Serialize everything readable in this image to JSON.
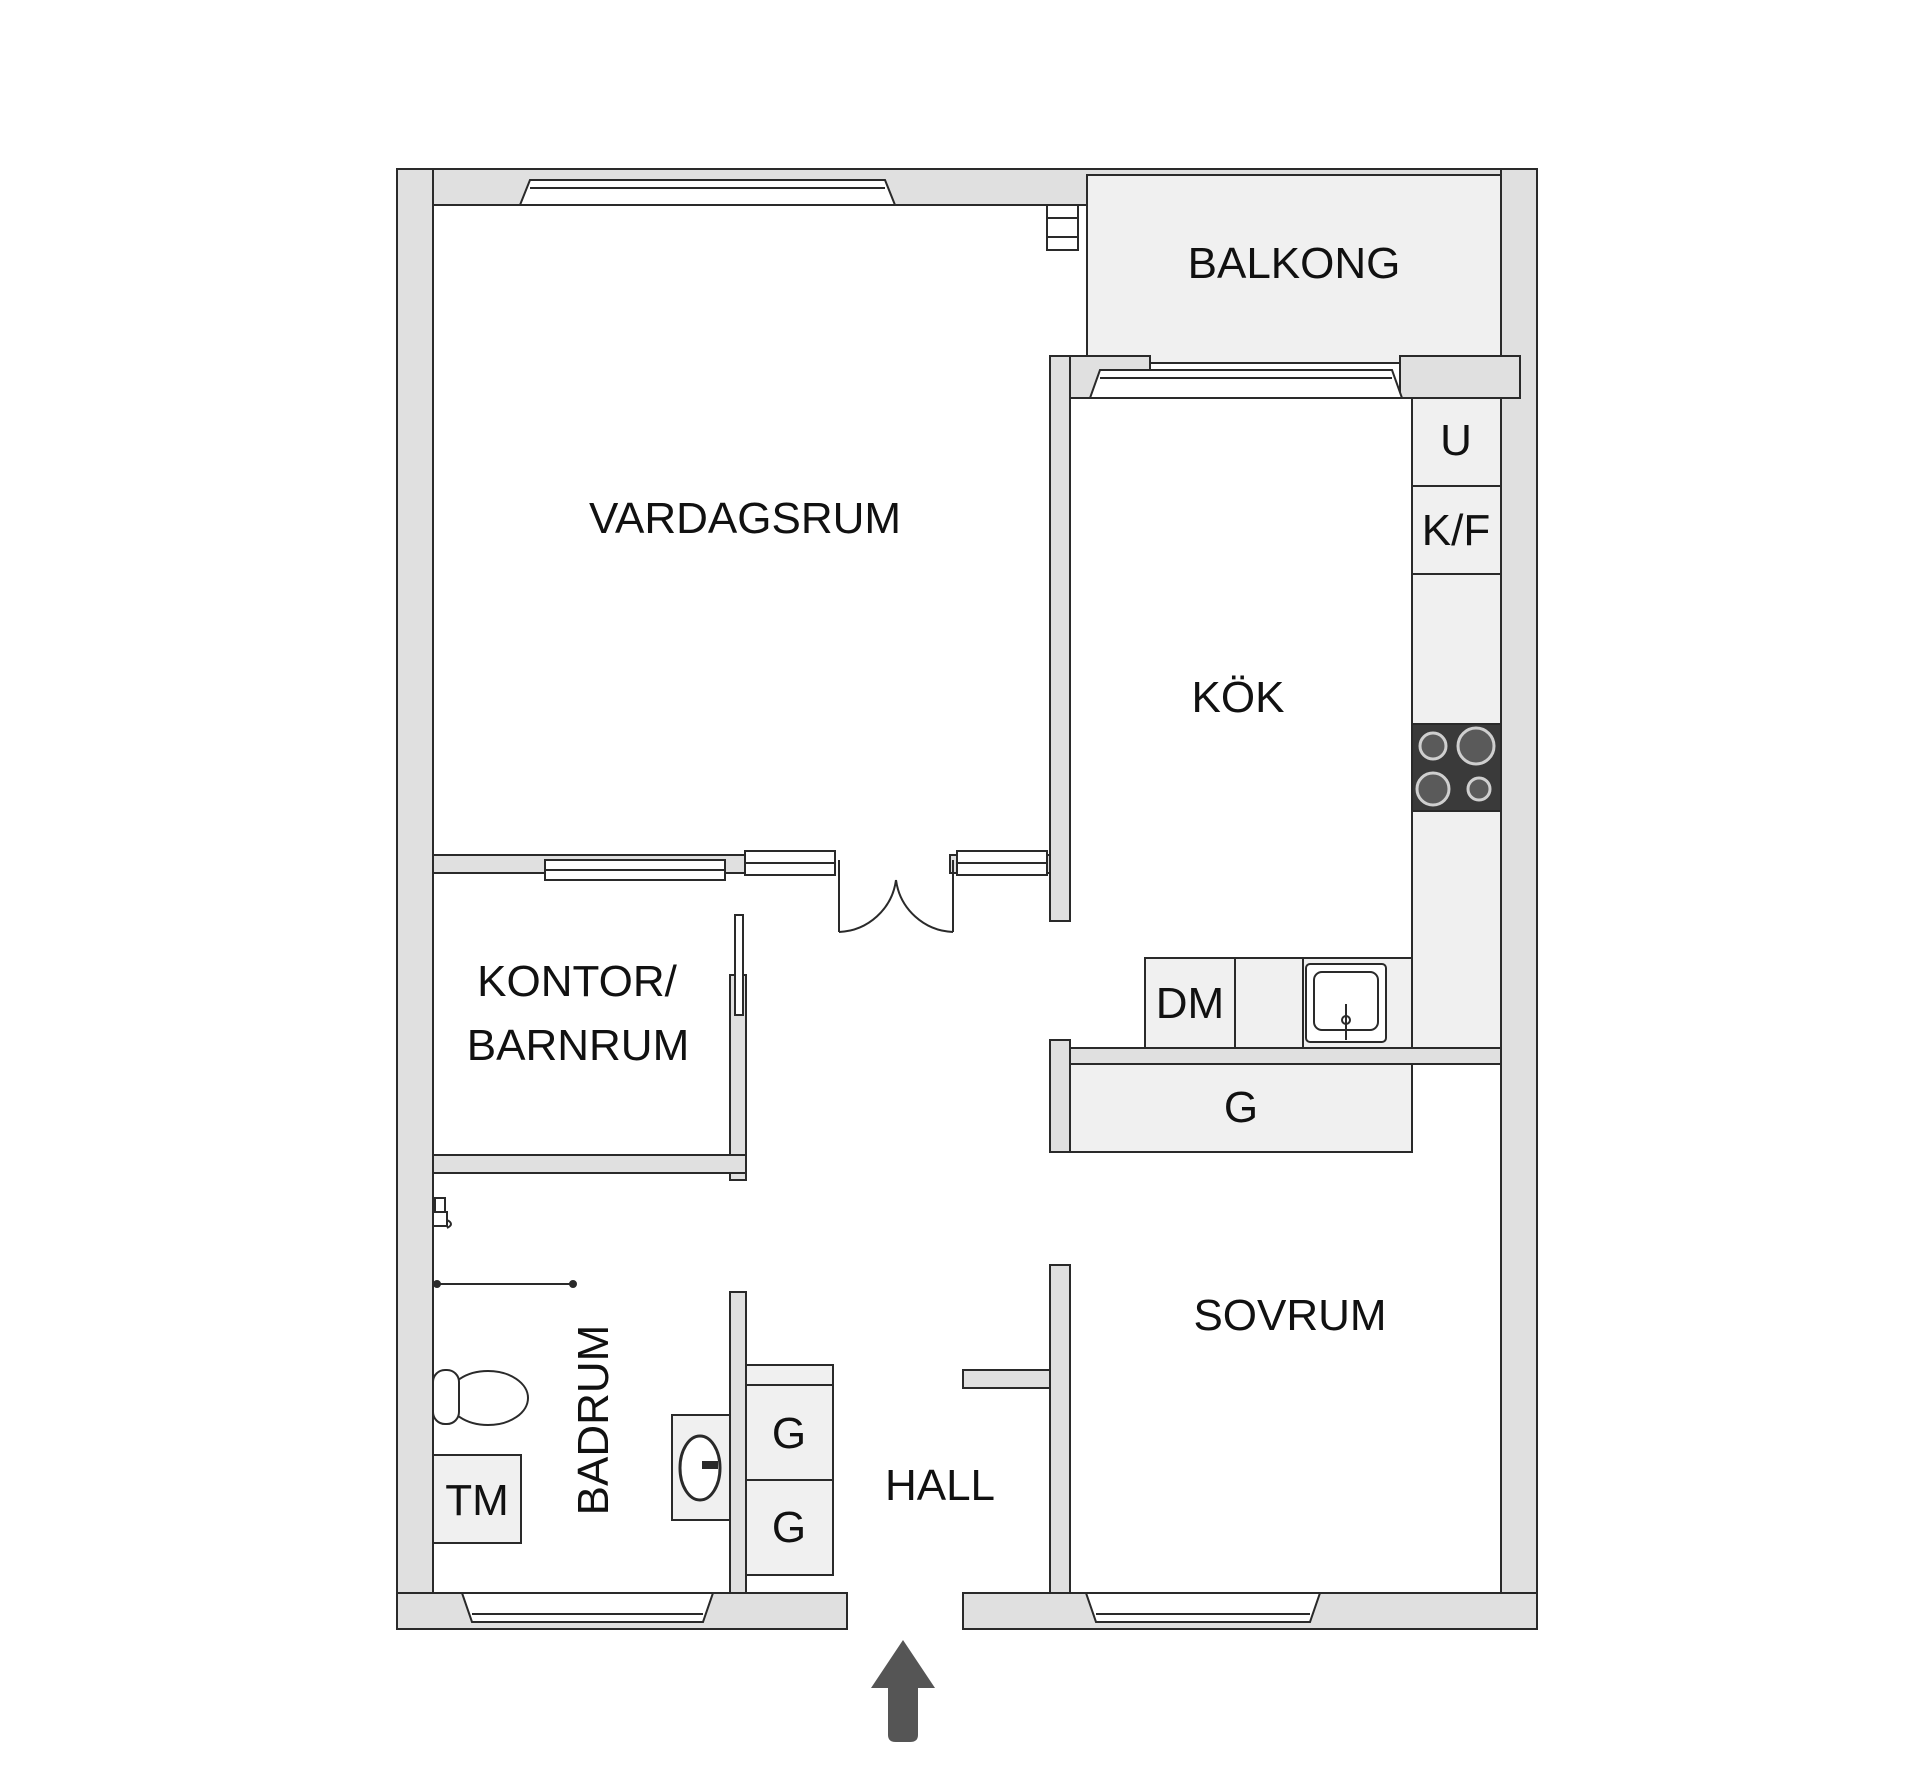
{
  "rooms": {
    "balkong": "BALKONG",
    "vardagsrum": "VARDAGSRUM",
    "kok": "KÖK",
    "kontor_line1": "KONTOR/",
    "kontor_line2": "BARNRUM",
    "sovrum": "SOVRUM",
    "hall": "HALL",
    "badrum": "BADRUM"
  },
  "fixtures": {
    "u": "U",
    "kf": "K/F",
    "dm": "DM",
    "g_kitchen": "G",
    "g_hall_1": "G",
    "g_hall_2": "G",
    "tm": "TM"
  },
  "icons": {
    "entrance": "up-arrow-icon",
    "stove": "stove-icon",
    "sink": "sink-icon",
    "toilet": "toilet-icon",
    "washbasin": "washbasin-icon",
    "shower": "shower-icon"
  },
  "colors": {
    "wall_fill": "#e0e0e0",
    "wall_stroke": "#2a2a2a",
    "furniture_fill": "#f0f0f0",
    "arrow": "#555555"
  }
}
